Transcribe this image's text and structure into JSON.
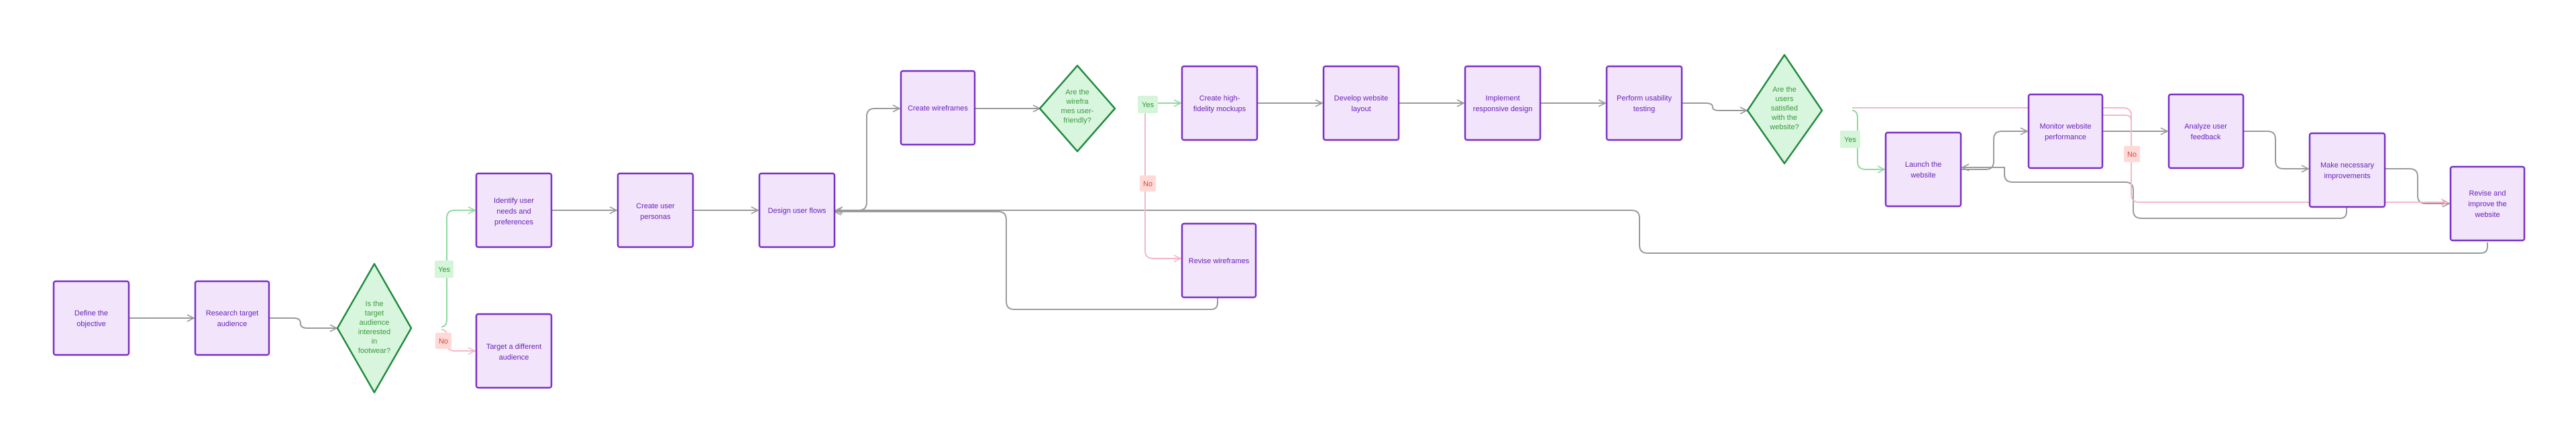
{
  "colors": {
    "process_fill": "#f1e4fb",
    "process_stroke": "#7a2fc5",
    "process_text": "#6a22b8",
    "decision_fill": "#d8f5de",
    "decision_stroke": "#1f8a3c",
    "decision_text": "#3a9a3e",
    "edge": "#9a9a9a",
    "yes_fill": "#d5f5d8",
    "yes_text": "#2d9a3a",
    "yes_edge": "#8fd9a0",
    "no_fill": "#ffd9d6",
    "no_text": "#d64a3c",
    "no_edge": "#f4b8c8"
  },
  "nodes": [
    {
      "id": "n1",
      "type": "process",
      "lines": [
        "Define the",
        "objective"
      ]
    },
    {
      "id": "n2",
      "type": "process",
      "lines": [
        "Research target",
        "audience"
      ]
    },
    {
      "id": "d1",
      "type": "decision",
      "lines": [
        "Is the",
        "target",
        "audience",
        "interested",
        "in",
        "footwear?"
      ]
    },
    {
      "id": "n3",
      "type": "process",
      "lines": [
        "Identify user",
        "needs and",
        "preferences"
      ]
    },
    {
      "id": "n4",
      "type": "process",
      "lines": [
        "Target a different",
        "audience"
      ]
    },
    {
      "id": "n5",
      "type": "process",
      "lines": [
        "Create user",
        "personas"
      ]
    },
    {
      "id": "n6",
      "type": "process",
      "lines": [
        "Design user flows"
      ]
    },
    {
      "id": "n7",
      "type": "process",
      "lines": [
        "Create wireframes"
      ]
    },
    {
      "id": "d2",
      "type": "decision",
      "lines": [
        "Are the",
        "wirefra",
        "mes user-",
        "friendly?"
      ]
    },
    {
      "id": "n8",
      "type": "process",
      "lines": [
        "Create high-",
        "fidelity mockups"
      ]
    },
    {
      "id": "n9",
      "type": "process",
      "lines": [
        "Revise wireframes"
      ]
    },
    {
      "id": "n10",
      "type": "process",
      "lines": [
        "Develop website",
        "layout"
      ]
    },
    {
      "id": "n11",
      "type": "process",
      "lines": [
        "Implement",
        "responsive design"
      ]
    },
    {
      "id": "n12",
      "type": "process",
      "lines": [
        "Perform usability",
        "testing"
      ]
    },
    {
      "id": "d3",
      "type": "decision",
      "lines": [
        "Are the",
        "users",
        "satisfied",
        "with the",
        "website?"
      ]
    },
    {
      "id": "n13",
      "type": "process",
      "lines": [
        "Launch the",
        "website"
      ]
    },
    {
      "id": "n14",
      "type": "process",
      "lines": [
        "Monitor website",
        "performance"
      ]
    },
    {
      "id": "n15",
      "type": "process",
      "lines": [
        "Analyze user",
        "feedback"
      ]
    },
    {
      "id": "n16",
      "type": "process",
      "lines": [
        "Make necessary",
        "improvements"
      ]
    },
    {
      "id": "n17",
      "type": "process",
      "lines": [
        "Revise and",
        "improve the",
        "website"
      ]
    }
  ],
  "edge_labels": [
    {
      "id": "l1",
      "kind": "yes",
      "text": "Yes"
    },
    {
      "id": "l2",
      "kind": "no",
      "text": "No"
    },
    {
      "id": "l3",
      "kind": "yes",
      "text": "Yes"
    },
    {
      "id": "l4",
      "kind": "no",
      "text": "No"
    },
    {
      "id": "l5",
      "kind": "yes",
      "text": "Yes"
    },
    {
      "id": "l6",
      "kind": "no",
      "text": "No"
    }
  ]
}
